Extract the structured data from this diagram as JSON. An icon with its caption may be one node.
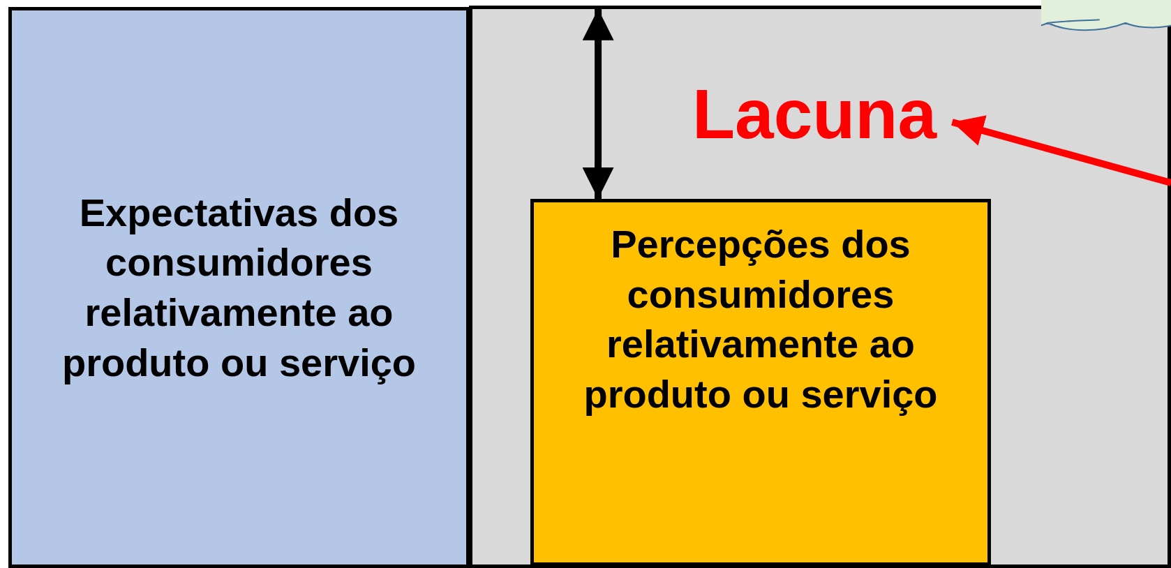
{
  "diagram": {
    "nodes": [
      {
        "text": [
          "Expectativas dos consumidores relativamente ao produto ou serviço"
        ]
      },
      {
        "text": [],
        "shape": "box"
      },
      {
        "text": [
          "Percepções dos consumidores relativamente ao produto ou serviço"
        ],
        "in": 1
      },
      {
        "text": [
          "Lacuna"
        ],
        "in": 1
      },
      {
        "text": [],
        "shape": "cloud"
      }
    ],
    "edges": [
      {
        "from": 1,
        "to": 2,
        "arrow": "both"
      },
      {
        "from": null,
        "to": 3,
        "arrow": "to",
        "color": "#ff0000"
      }
    ]
  }
}
